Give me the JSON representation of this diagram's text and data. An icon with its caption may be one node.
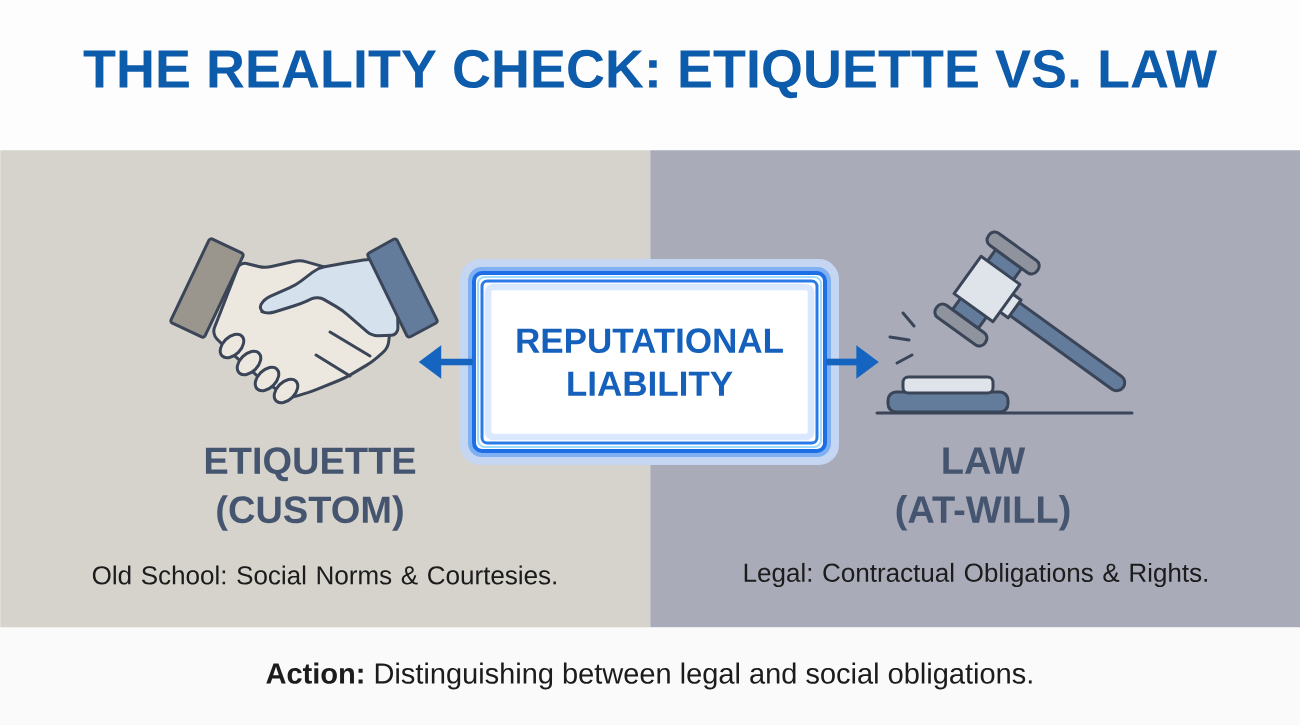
{
  "diagram": {
    "title": "THE REALITY CHECK: ETIQUETTE VS. LAW",
    "nodes": [
      {
        "text": [
          "ETIQUETTE (CUSTOM)",
          "Old School: Social Norms & Courtesies."
        ]
      },
      {
        "text": [],
        "shape": "picture",
        "in": 0
      },
      {
        "text": [
          "REPUTATIONAL LIABILITY"
        ]
      },
      {
        "text": [
          "LAW (AT-WILL)",
          "Legal: Contractual Obligations & Rights."
        ]
      },
      {
        "text": [],
        "shape": "picture",
        "in": 3
      }
    ],
    "edges": [
      {
        "from": 2,
        "to": 1,
        "arrow": "to"
      },
      {
        "from": 2,
        "to": 4,
        "arrow": "to"
      }
    ],
    "caption": "**Action:** Distinguishing between legal and social obligations."
  }
}
